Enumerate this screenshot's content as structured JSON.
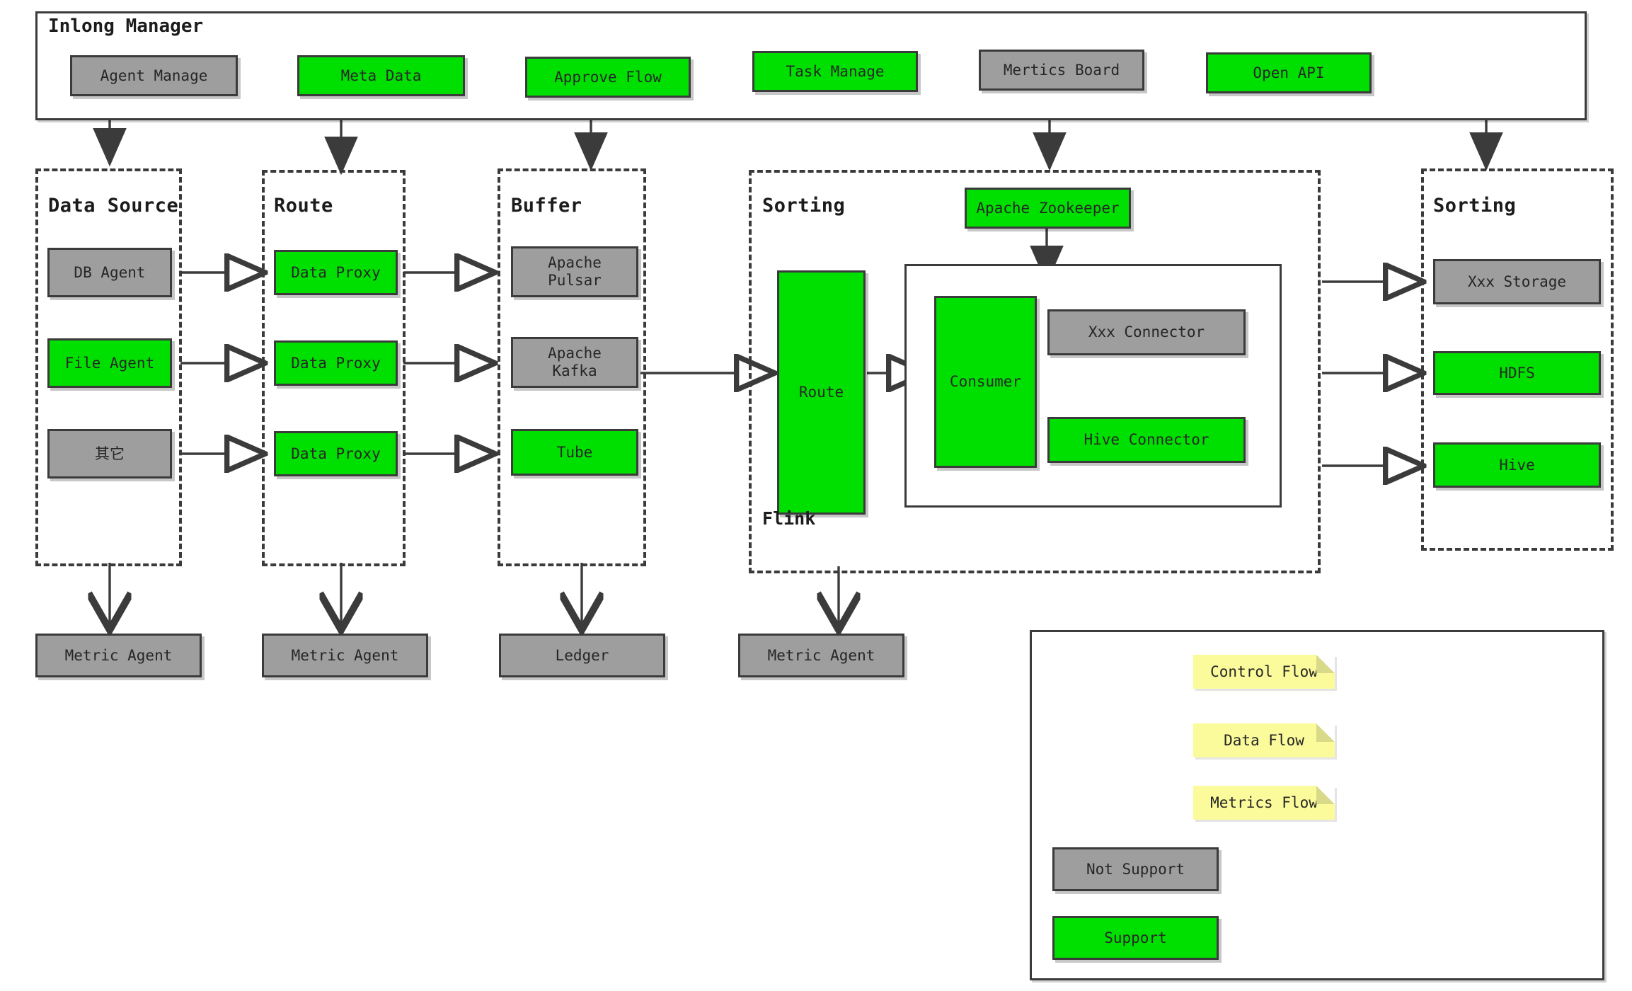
{
  "manager": {
    "title": "Inlong Manager",
    "items": [
      {
        "label": "Agent Manage",
        "state": "not-support"
      },
      {
        "label": "Meta Data",
        "state": "support"
      },
      {
        "label": "Approve Flow",
        "state": "support"
      },
      {
        "label": "Task Manage",
        "state": "support"
      },
      {
        "label": "Mertics Board",
        "state": "not-support"
      },
      {
        "label": "Open API",
        "state": "support"
      }
    ]
  },
  "groups": {
    "data_source": {
      "title": "Data Source",
      "items": [
        {
          "label": "DB Agent",
          "state": "not-support"
        },
        {
          "label": "File Agent",
          "state": "support"
        },
        {
          "label": "其它",
          "state": "not-support"
        }
      ]
    },
    "route": {
      "title": "Route",
      "items": [
        {
          "label": "Data Proxy",
          "state": "support"
        },
        {
          "label": "Data Proxy",
          "state": "support"
        },
        {
          "label": "Data Proxy",
          "state": "support"
        }
      ]
    },
    "buffer": {
      "title": "Buffer",
      "items": [
        {
          "label": "Apache\nPulsar",
          "state": "not-support"
        },
        {
          "label": "Apache\nKafka",
          "state": "not-support"
        },
        {
          "label": "Tube",
          "state": "support"
        }
      ]
    },
    "sorting_left": {
      "title": "Sorting",
      "zookeeper": {
        "label": "Apache Zookeeper",
        "state": "support"
      },
      "route": {
        "label": "Route",
        "state": "support"
      },
      "flink_label": "Flink",
      "consumer": {
        "label": "Consumer",
        "state": "support"
      },
      "connectors": [
        {
          "label": "Xxx Connector",
          "state": "not-support"
        },
        {
          "label": "Hive Connector",
          "state": "support"
        }
      ]
    },
    "sorting_right": {
      "title": "Sorting",
      "items": [
        {
          "label": "Xxx Storage",
          "state": "not-support"
        },
        {
          "label": "HDFS",
          "state": "support"
        },
        {
          "label": "Hive",
          "state": "support"
        }
      ]
    }
  },
  "bottom": {
    "items": [
      {
        "label": "Metric Agent",
        "state": "not-support"
      },
      {
        "label": "Metric Agent",
        "state": "not-support"
      },
      {
        "label": "Ledger",
        "state": "not-support"
      },
      {
        "label": "Metric Agent",
        "state": "not-support"
      }
    ]
  },
  "legend": {
    "flows": [
      {
        "label": "Control Flow",
        "arrow": "filled-triangle"
      },
      {
        "label": "Data Flow",
        "arrow": "hollow-triangle"
      },
      {
        "label": "Metrics Flow",
        "arrow": "open-chevron"
      }
    ],
    "swatches": [
      {
        "label": "Not Support",
        "state": "not-support"
      },
      {
        "label": "Support",
        "state": "support"
      }
    ]
  },
  "colors": {
    "support": "#00E000",
    "not_support": "#9E9E9E",
    "note": "#FBFB9B",
    "stroke": "#3b3b3b",
    "background": "#FFFFFF"
  }
}
